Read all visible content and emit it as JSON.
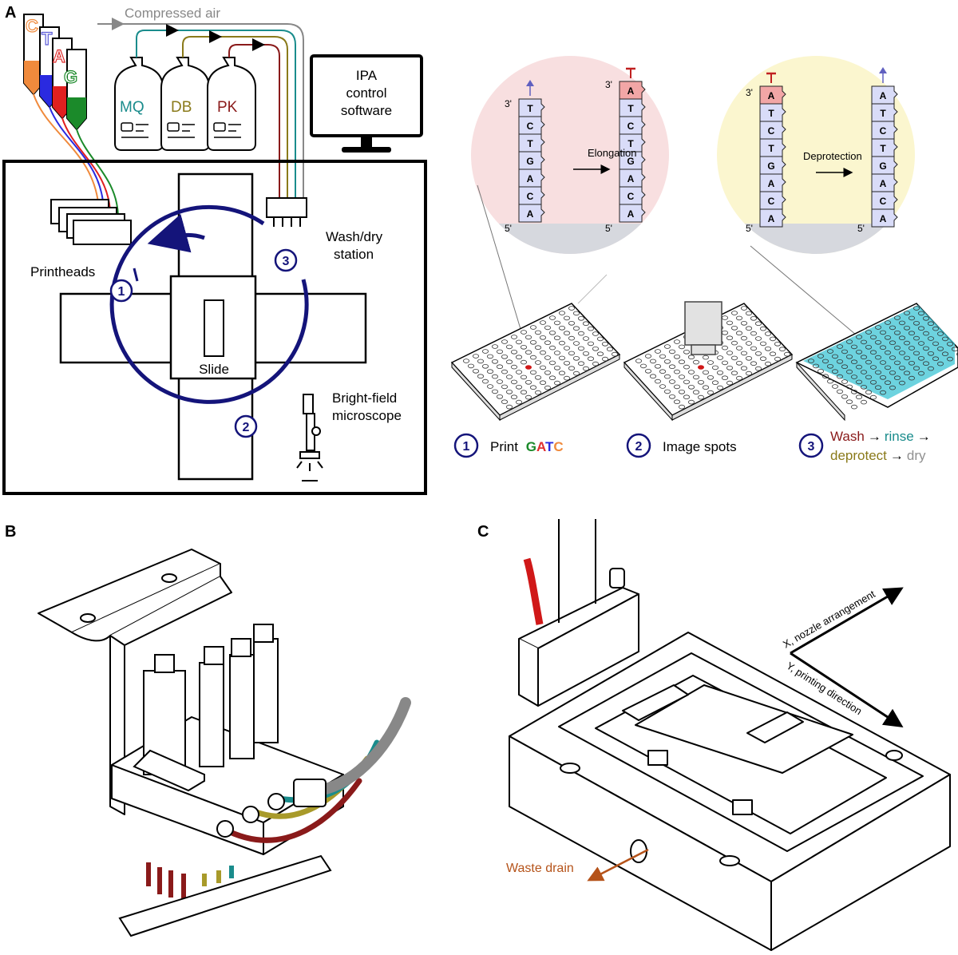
{
  "panels": {
    "a": "A",
    "b": "B",
    "c": "C"
  },
  "panel_a": {
    "compressed_air": "Compressed air",
    "tubes": [
      "C",
      "T",
      "A",
      "G"
    ],
    "bottles": [
      "MQ",
      "DB",
      "PK"
    ],
    "software": [
      "IPA",
      "control",
      "software"
    ],
    "printheads": "Printheads",
    "wash_station": [
      "Wash/dry",
      "station"
    ],
    "slide": "Slide",
    "microscope": [
      "Bright-field",
      "microscope"
    ],
    "steps": [
      "1",
      "2",
      "3"
    ]
  },
  "synthesis": {
    "elongation": "Elongation",
    "deprotection": "Deprotection",
    "prime3": "3'",
    "prime5": "5'",
    "strand_before": [
      "T",
      "C",
      "T",
      "G",
      "A",
      "C",
      "A"
    ],
    "strand_after": [
      "A",
      "T",
      "C",
      "T",
      "G",
      "A",
      "C",
      "A"
    ]
  },
  "legend": {
    "step1_num": "1",
    "step1_text": "Print",
    "step1_bases": [
      "G",
      "A",
      "T",
      "C"
    ],
    "step2_num": "2",
    "step2_text": "Image spots",
    "step3_num": "3",
    "step3_line1": [
      "Wash",
      "→",
      "rinse",
      "→"
    ],
    "step3_line2": [
      "deprotect",
      "→",
      "dry"
    ]
  },
  "panel_c": {
    "x_axis": "X, nozzle arrangement",
    "y_axis": "Y, printing direction",
    "waste": "Waste drain"
  },
  "colors": {
    "navy": "#14147a",
    "c": "#f08a3c",
    "t": "#5a5ad8",
    "a": "#e03030",
    "g": "#1b8a2a",
    "mq": "#1a8c8c",
    "db": "#8a7a1a",
    "pk": "#8a1a1a",
    "pink": "#f8dfe0",
    "yellow": "#fbf6cf",
    "strand": "#d9dcf8",
    "protect": "#f2a6a6",
    "cyan": "#3cc4d4",
    "wash": "#8a1a1a",
    "rinse": "#1a8c8c",
    "deprotect": "#8a7a1a",
    "dry": "#909090"
  }
}
